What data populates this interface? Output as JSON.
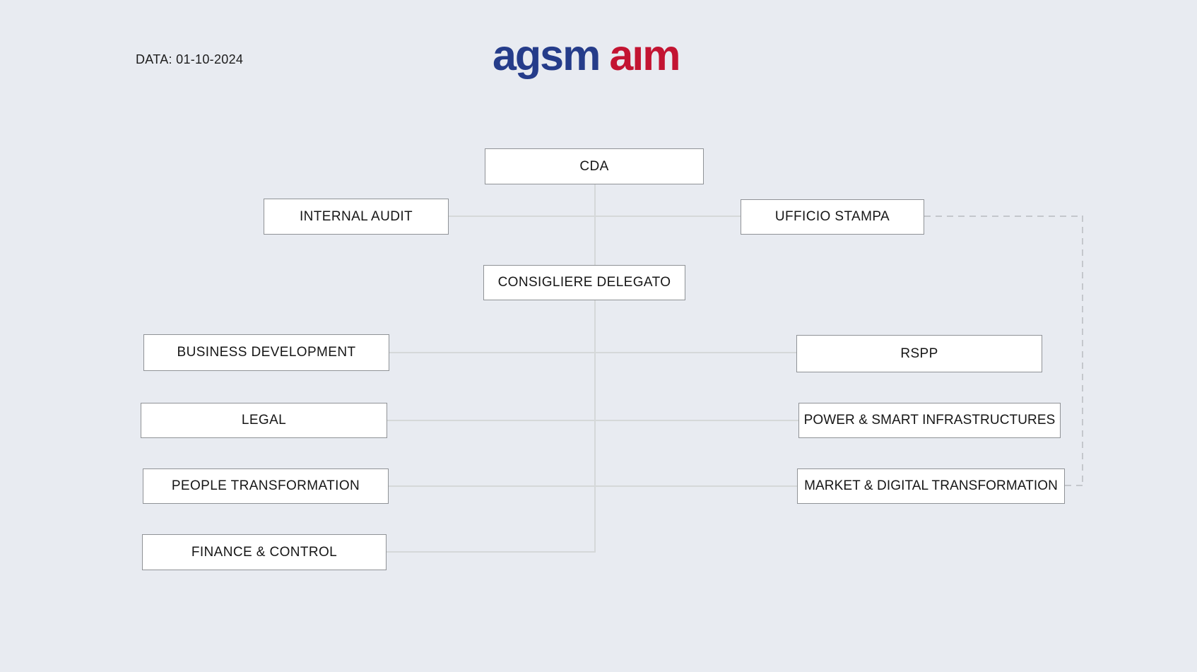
{
  "meta": {
    "date_label": "DATA: 01-10-2024"
  },
  "logo": {
    "part1": "agsm",
    "part2": "aım",
    "part1_color": "#253c8a",
    "part2_color": "#c31432"
  },
  "colors": {
    "background": "#e8ebf1",
    "node_fill": "#ffffff",
    "node_border": "#8f9296",
    "connector": "#d5d8d9",
    "dashed_connector": "#c4c7cc",
    "text": "#161616"
  },
  "org": {
    "nodes": {
      "cda": {
        "label": "CDA"
      },
      "internal_audit": {
        "label": "INTERNAL AUDIT"
      },
      "ufficio_stampa": {
        "label": "UFFICIO STAMPA"
      },
      "consigliere_delegato": {
        "label": "CONSIGLIERE DELEGATO"
      },
      "business_development": {
        "label": "BUSINESS DEVELOPMENT"
      },
      "rspp": {
        "label": "RSPP"
      },
      "legal": {
        "label": "LEGAL"
      },
      "power_smart_infrastructures": {
        "label": "POWER & SMART INFRASTRUCTURES"
      },
      "people_transformation": {
        "label": "PEOPLE TRANSFORMATION"
      },
      "market_digital_transformation": {
        "label": "MARKET & DIGITAL TRANSFORMATION"
      },
      "finance_control": {
        "label": "FINANCE & CONTROL"
      }
    },
    "relations": {
      "solid": [
        "CDA - CONSIGLIERE DELEGATO",
        "CDA spine - INTERNAL AUDIT / UFFICIO STAMPA",
        "CONSIGLIERE DELEGATO spine - BUSINESS DEVELOPMENT / RSPP",
        "CONSIGLIERE DELEGATO spine - LEGAL / POWER & SMART INFRASTRUCTURES",
        "CONSIGLIERE DELEGATO spine - PEOPLE TRANSFORMATION / MARKET & DIGITAL TRANSFORMATION",
        "CONSIGLIERE DELEGATO spine - FINANCE & CONTROL"
      ],
      "dashed": [
        "UFFICIO STAMPA - MARKET & DIGITAL TRANSFORMATION"
      ]
    }
  }
}
